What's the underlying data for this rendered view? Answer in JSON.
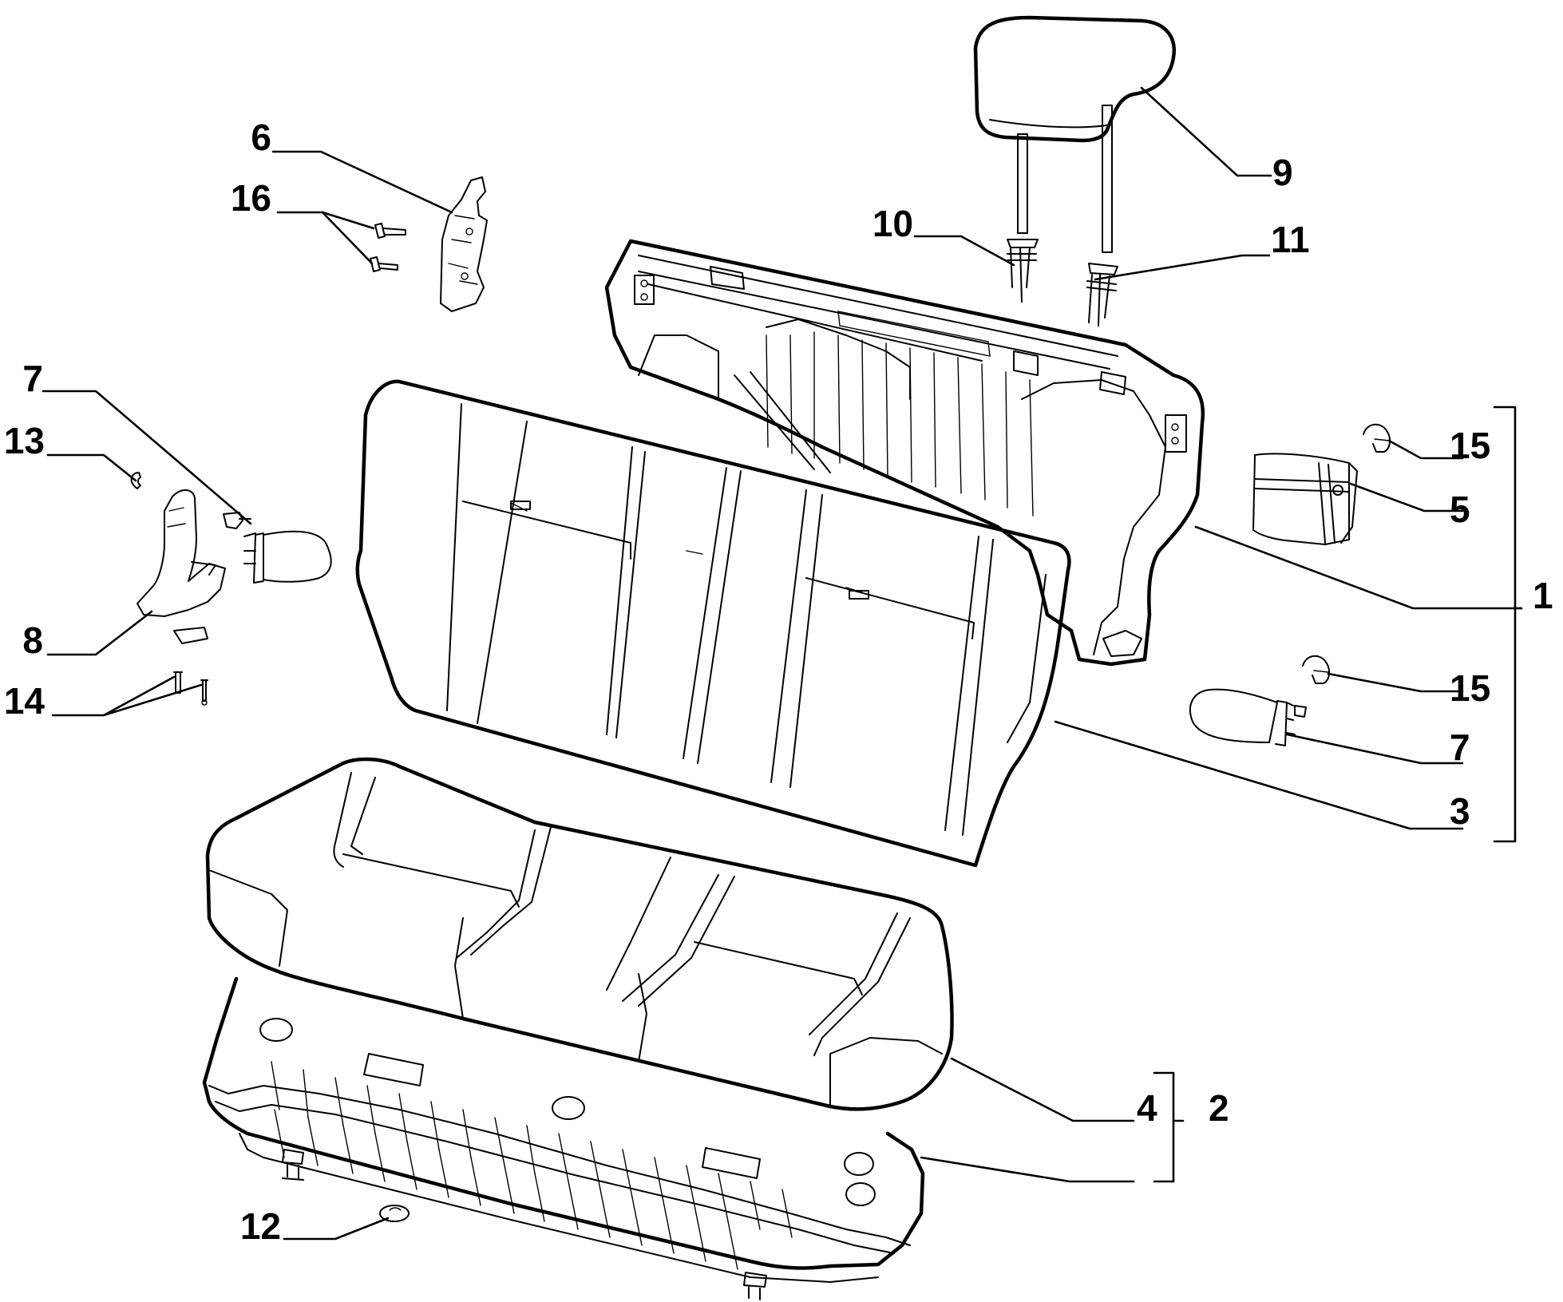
{
  "labels": {
    "l1": "1",
    "l2": "2",
    "l3": "3",
    "l4": "4",
    "l5": "5",
    "l6": "6",
    "l7a": "7",
    "l7b": "7",
    "l8": "8",
    "l9": "9",
    "l10": "10",
    "l11": "11",
    "l12": "12",
    "l13": "13",
    "l14": "14",
    "l15a": "15",
    "l15b": "15",
    "l16": "16"
  }
}
